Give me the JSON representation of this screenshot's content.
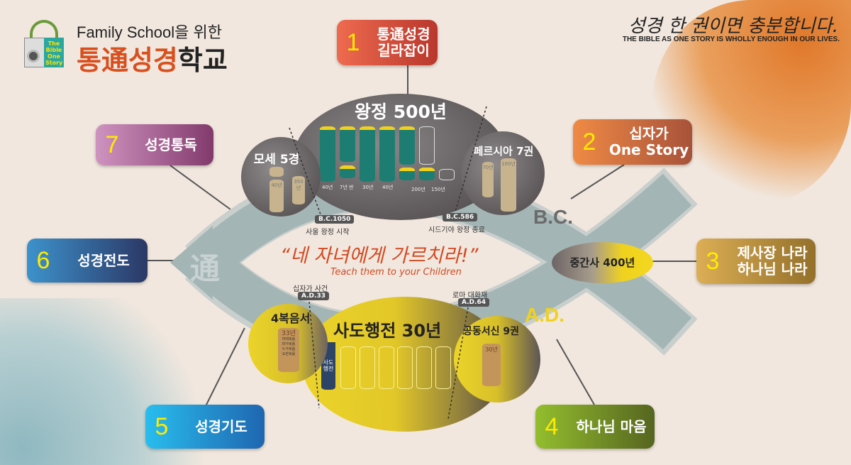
{
  "header": {
    "subtitle": "Family School을 위한",
    "title_red": "통通성경",
    "title_black": "학교",
    "logo_text": "The Bible One Story"
  },
  "slogan": {
    "korean": "성경 한 권이면 충분합니다.",
    "english": "THE BIBLE AS ONE STORY IS WHOLLY ENOUGH IN OUR LIVES."
  },
  "boxes": [
    {
      "num": "1",
      "line1": "통通성경",
      "line2": "길라잡이"
    },
    {
      "num": "2",
      "line1": "십자가",
      "line2": "One Story"
    },
    {
      "num": "3",
      "line1": "제사장 나라",
      "line2": "하나님 나라"
    },
    {
      "num": "4",
      "line1": "하나님 마음",
      "line2": ""
    },
    {
      "num": "5",
      "line1": "성경기도",
      "line2": ""
    },
    {
      "num": "6",
      "line1": "성경전도",
      "line2": ""
    },
    {
      "num": "7",
      "line1": "성경통독",
      "line2": ""
    }
  ],
  "fish": {
    "mark": "通",
    "bc": "B.C.",
    "ad": "A.D."
  },
  "center": {
    "quote": "“네 자녀에게 가르치라!”",
    "quote_en": "Teach them to your Children"
  },
  "ot": {
    "kingdom_title": "왕정 500년",
    "kingdom_years": [
      "40년",
      "7년 반",
      "30년",
      "40년",
      "200년",
      "150년"
    ],
    "moses_title": "모세 5경",
    "moses_years": [
      "40년",
      "350년"
    ],
    "persia_title": "페르시아 7권",
    "persia_years": [
      "70년",
      "100년"
    ],
    "event1_tag": "B.C.1050",
    "event1_label": "사울 왕정 시작",
    "event2_tag": "B.C.586",
    "event2_label": "시드기야 왕정 종료",
    "intertestamental": "중간사 400년"
  },
  "nt": {
    "acts_title": "사도행전 30년",
    "acts_cylinder": "사도 행전",
    "gospels_title": "4복음서",
    "gospels_years": "33년",
    "gospels_list": [
      "마태복음",
      "마가복음",
      "누가복음",
      "요한복음"
    ],
    "epistles_title": "공동서신 9권",
    "epistles_years": "30년",
    "event1_label": "십자가 사건",
    "event1_tag": "A.D.33",
    "event2_label": "로마 대화재",
    "event2_tag": "A.D.64"
  }
}
